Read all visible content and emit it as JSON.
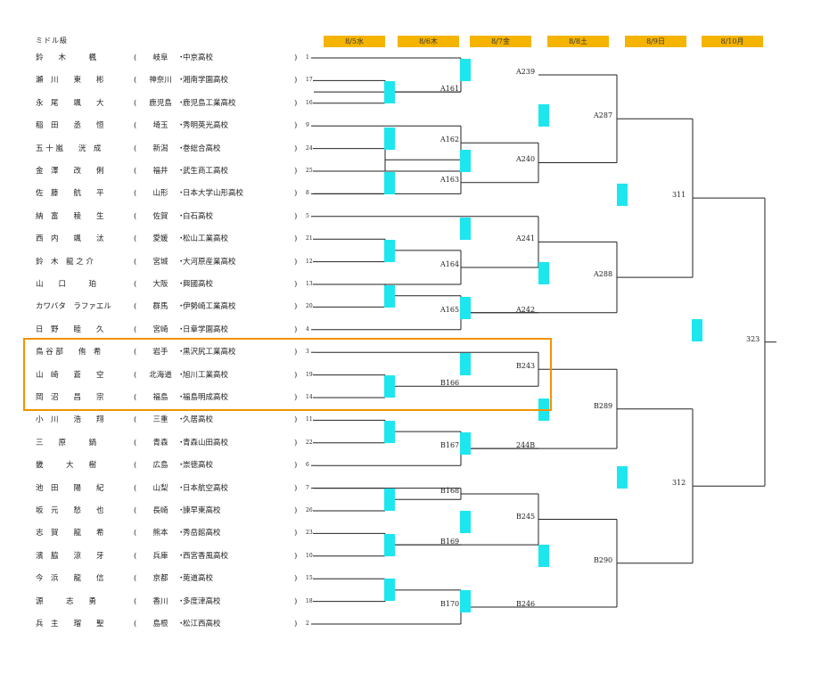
{
  "weight_class": "ミドル級",
  "dates": [
    "8/5水",
    "8/6木",
    "8/7金",
    "8/8土",
    "8/9日",
    "8/10月"
  ],
  "players": [
    {
      "name": "鈴　　木　　　楓",
      "pref": "岐阜",
      "school": "中京高校",
      "seed": "1"
    },
    {
      "name": "瀬　川　　東　　彬",
      "pref": "神奈川",
      "school": "湘南学園高校",
      "seed": "17"
    },
    {
      "name": "永　尾　　颯　　大",
      "pref": "鹿児島",
      "school": "鹿児島工業高校",
      "seed": "16"
    },
    {
      "name": "稲　田　　丞　　恒",
      "pref": "埼玉",
      "school": "秀明英光高校",
      "seed": "9"
    },
    {
      "name": "五 十 嵐　　洸　成",
      "pref": "新潟",
      "school": "巻総合高校",
      "seed": "24"
    },
    {
      "name": "金　澤　　改　　俐",
      "pref": "福井",
      "school": "武生商工高校",
      "seed": "25"
    },
    {
      "name": "佐　藤　　航　　平",
      "pref": "山形",
      "school": "日本大学山形高校",
      "seed": "8"
    },
    {
      "name": "納　富　　稜　　生",
      "pref": "佐賀",
      "school": "白石高校",
      "seed": "5"
    },
    {
      "name": "西　内　　颯　　汰",
      "pref": "愛媛",
      "school": "松山工業高校",
      "seed": "21"
    },
    {
      "name": "鈴　木　龍 之 介",
      "pref": "宮城",
      "school": "大河原産業高校",
      "seed": "12"
    },
    {
      "name": "山　　口　　　珀",
      "pref": "大阪",
      "school": "興國高校",
      "seed": "13"
    },
    {
      "name": "カワバタ　ラファエル",
      "pref": "群馬",
      "school": "伊勢崎工業高校",
      "seed": "20"
    },
    {
      "name": "日　野　　睦　　久",
      "pref": "宮崎",
      "school": "日章学園高校",
      "seed": "4"
    },
    {
      "name": "鳥 谷 部　　侑　希",
      "pref": "岩手",
      "school": "黒沢尻工業高校",
      "seed": "3"
    },
    {
      "name": "山　崎　　蒼　　空",
      "pref": "北海道",
      "school": "旭川工業高校",
      "seed": "19"
    },
    {
      "name": "岡　沼　　昌　　宗",
      "pref": "福島",
      "school": "福島明成高校",
      "seed": "14"
    },
    {
      "name": "小　川　　浩　　翔",
      "pref": "三重",
      "school": "久居高校",
      "seed": "11"
    },
    {
      "name": "三　　原　　　鍋",
      "pref": "青森",
      "school": "青森山田高校",
      "seed": "22"
    },
    {
      "name": "畿　　　大　　樹",
      "pref": "広島",
      "school": "崇徳高校",
      "seed": "6"
    },
    {
      "name": "池　田　　陽　　紀",
      "pref": "山梨",
      "school": "日本航空高校",
      "seed": "7"
    },
    {
      "name": "坂　元　　愁　　也",
      "pref": "長崎",
      "school": "諫早東高校",
      "seed": "26"
    },
    {
      "name": "志　賀　　龍　　希",
      "pref": "熊本",
      "school": "秀岳館高校",
      "seed": "23"
    },
    {
      "name": "濱　脇　　涼　　牙",
      "pref": "兵庫",
      "school": "西宮香風高校",
      "seed": "10"
    },
    {
      "name": "今　浜　　龍　　信",
      "pref": "京都",
      "school": "莵道高校",
      "seed": "15"
    },
    {
      "name": "源　　　志　　勇",
      "pref": "香川",
      "school": "多度津高校",
      "seed": "18"
    },
    {
      "name": "兵　主　　瑠　　聖",
      "pref": "島根",
      "school": "松江西高校",
      "seed": "2"
    }
  ],
  "matches": {
    "A161": "A161",
    "A162": "A162",
    "A163": "A163",
    "A164": "A164",
    "A165": "A165",
    "B166": "B166",
    "B167": "B167",
    "B168": "B168",
    "B169": "B169",
    "B170": "B170",
    "A239": "A239",
    "A240": "A240",
    "A241": "A241",
    "A242": "A242",
    "B243": "B243",
    "B244": "244B",
    "B245": "B245",
    "B246": "B246",
    "A287": "A287",
    "A288": "A288",
    "B289": "B289",
    "B290": "B290",
    "M311": "311",
    "M312": "312",
    "M323": "323"
  },
  "colors": {
    "date_badge": "#f5b400",
    "marker": "#1ee6ee",
    "highlight": "#f39200",
    "line": "#222222"
  },
  "highlighted_players": [
    13,
    14,
    15
  ]
}
